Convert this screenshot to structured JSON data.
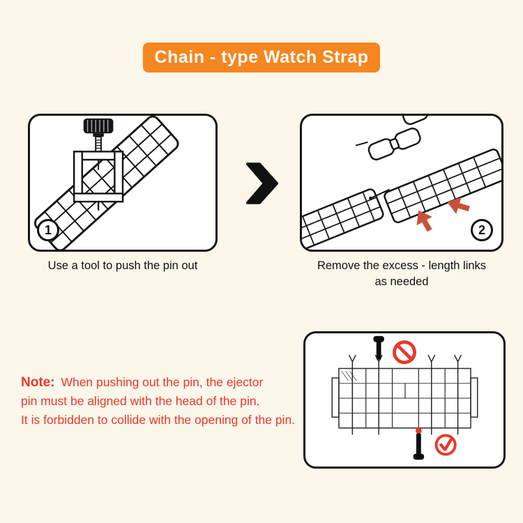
{
  "title": "Chain - type Watch Strap",
  "step1": {
    "number": "1",
    "caption": "Use a tool to push the pin out"
  },
  "step2": {
    "number": "2",
    "caption_line1": "Remove the excess - length links",
    "caption_line2": "as needed"
  },
  "note": {
    "label": "Note:",
    "line1": "When pushing out the pin, the ejector",
    "line2": "pin must be aligned with the head of the pin.",
    "line3": "It is forbidden to collide with the opening of the pin."
  },
  "icons": {
    "between_steps": "chevron-right-icon",
    "wrong": "prohibition-icon",
    "correct": "check-icon"
  },
  "colors": {
    "background": "#fcf7eb",
    "banner_orange": "#f6861f",
    "note_red": "#e8382b",
    "arrow_red": "#c9503a"
  }
}
